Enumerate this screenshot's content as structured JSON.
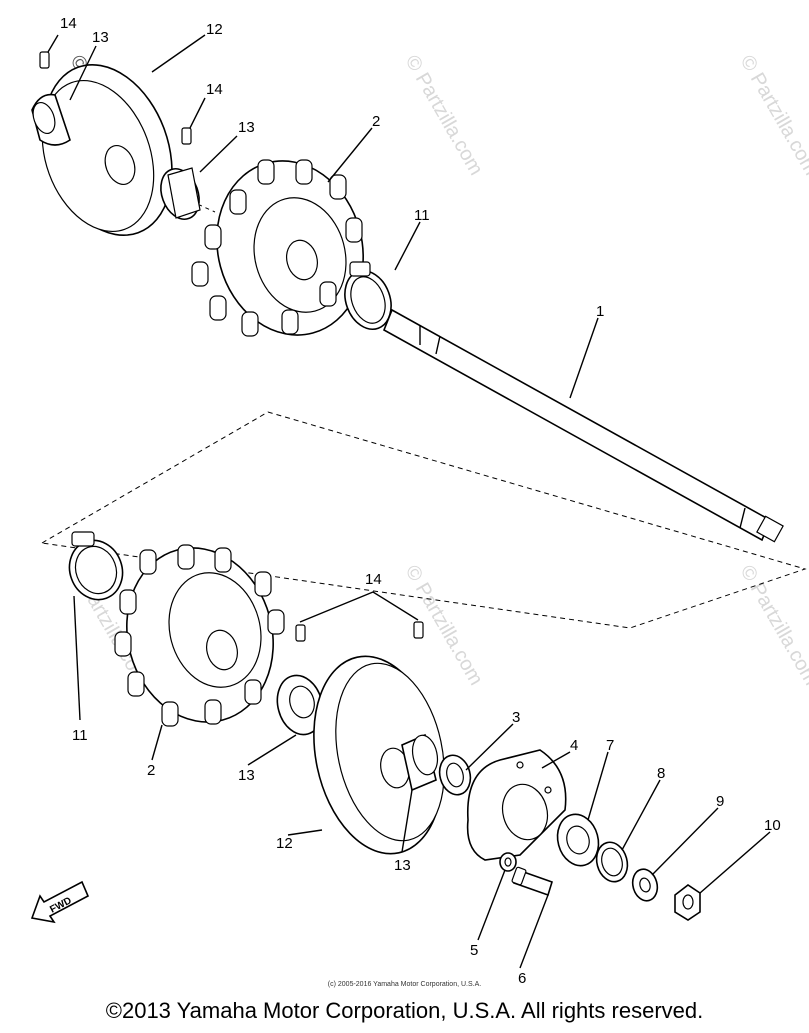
{
  "labels": {
    "p1": "1",
    "p2a": "2",
    "p2b": "2",
    "p3": "3",
    "p4": "4",
    "p5": "5",
    "p6": "6",
    "p7": "7",
    "p8": "8",
    "p9": "9",
    "p10": "10",
    "p11a": "11",
    "p11b": "11",
    "p12a": "12",
    "p12b": "12",
    "p13a": "13",
    "p13b": "13",
    "p13c": "13",
    "p13d": "13",
    "p14a": "14",
    "p14b": "14",
    "p14c": "14"
  },
  "fwd_label": "FWD",
  "watermark": "© Partzilla.com",
  "small_copyright": "(c) 2005-2016 Yamaha Motor Corporation, U.S.A.",
  "footer_copyright": "©2013 Yamaha Motor Corporation, U.S.A. All rights reserved."
}
